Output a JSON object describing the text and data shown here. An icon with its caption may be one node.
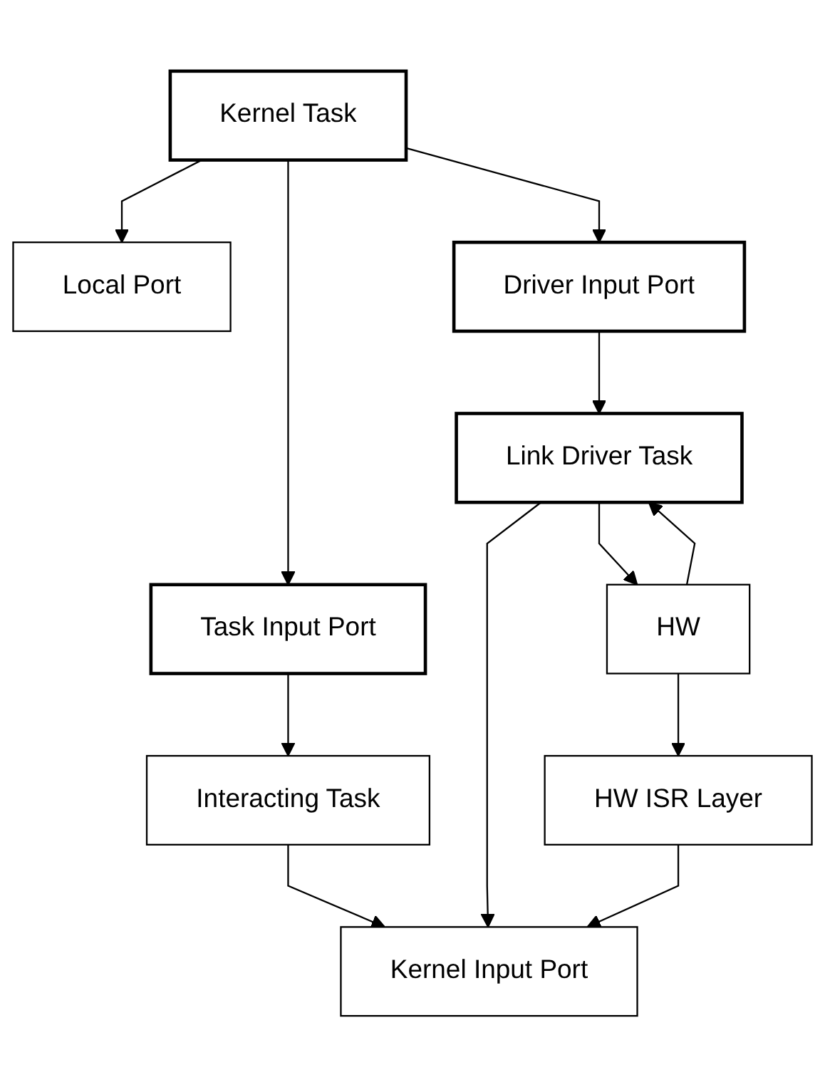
{
  "diagram": {
    "nodes": [
      {
        "text": [
          "Interacting Task"
        ]
      },
      {
        "text": [
          "Task Input Port"
        ]
      },
      {
        "text": [
          "Kernel Input Port"
        ]
      },
      {
        "text": [
          "Kernel Task"
        ]
      },
      {
        "text": [
          "Local Port"
        ]
      },
      {
        "text": [
          "Driver Input Port"
        ]
      },
      {
        "text": [
          "Link Driver Task"
        ]
      },
      {
        "text": [
          "HW ISR Layer"
        ]
      },
      {
        "text": [
          "HW"
        ]
      }
    ],
    "edges": [
      {
        "from": 0,
        "to": 2,
        "arrow": "to"
      },
      {
        "from": 1,
        "to": 0,
        "arrow": "to"
      },
      {
        "from": 3,
        "to": 1,
        "arrow": "to"
      },
      {
        "from": 3,
        "to": 4,
        "arrow": "to"
      },
      {
        "from": 3,
        "to": 5,
        "arrow": "to"
      },
      {
        "from": 5,
        "to": 6,
        "arrow": "to"
      },
      {
        "from": 6,
        "to": 2,
        "arrow": "to"
      },
      {
        "from": 7,
        "to": 2,
        "arrow": "to"
      },
      {
        "from": 6,
        "to": 8,
        "arrow": "to"
      },
      {
        "from": 8,
        "to": 6,
        "arrow": "to"
      },
      {
        "from": 8,
        "to": 7,
        "arrow": "to"
      }
    ]
  }
}
